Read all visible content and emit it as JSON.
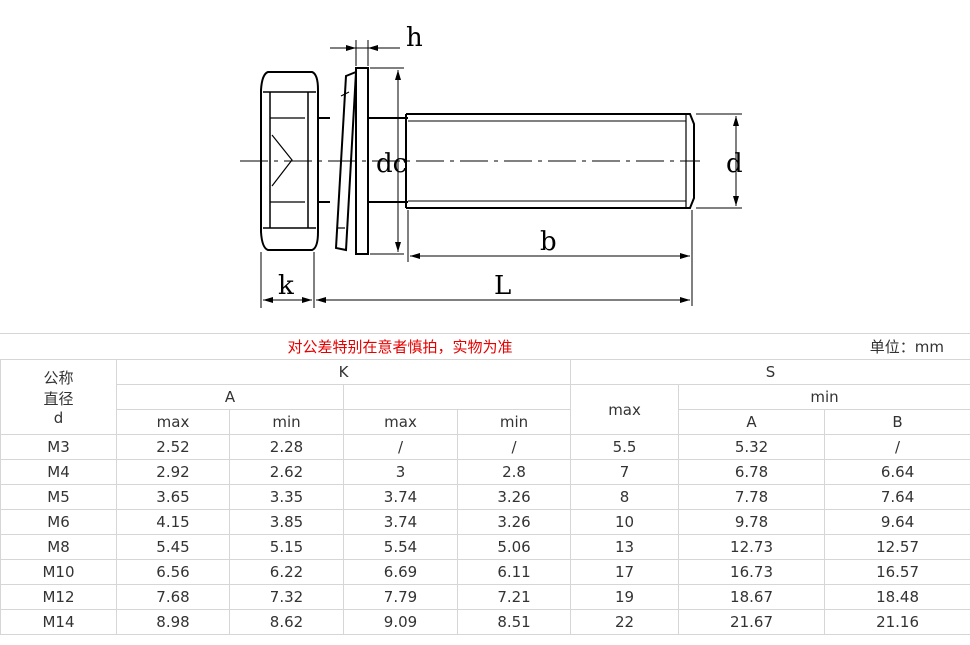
{
  "drawing": {
    "labels": {
      "h": "h",
      "dc": "dc",
      "d": "d",
      "b": "b",
      "k": "k",
      "L": "L"
    }
  },
  "notice": "对公差特别在意者慎拍，实物为准",
  "unit": "单位：mm",
  "table": {
    "header": {
      "size_label_1": "公称",
      "size_label_2": "直径",
      "size_label_3": "d",
      "k": "K",
      "s": "S",
      "k_a": "A",
      "k_blank": "",
      "s_max": "max",
      "s_min": "min",
      "k_a_max": "max",
      "k_a_min": "min",
      "k_b_max": "max",
      "k_b_min": "min",
      "s_min_a": "A",
      "s_min_b": "B"
    },
    "rows": [
      [
        "M3",
        "2.52",
        "2.28",
        "/",
        "/",
        "5.5",
        "5.32",
        "/"
      ],
      [
        "M4",
        "2.92",
        "2.62",
        "3",
        "2.8",
        "7",
        "6.78",
        "6.64"
      ],
      [
        "M5",
        "3.65",
        "3.35",
        "3.74",
        "3.26",
        "8",
        "7.78",
        "7.64"
      ],
      [
        "M6",
        "4.15",
        "3.85",
        "3.74",
        "3.26",
        "10",
        "9.78",
        "9.64"
      ],
      [
        "M8",
        "5.45",
        "5.15",
        "5.54",
        "5.06",
        "13",
        "12.73",
        "12.57"
      ],
      [
        "M10",
        "6.56",
        "6.22",
        "6.69",
        "6.11",
        "17",
        "16.73",
        "16.57"
      ],
      [
        "M12",
        "7.68",
        "7.32",
        "7.79",
        "7.21",
        "19",
        "18.67",
        "18.48"
      ],
      [
        "M14",
        "8.98",
        "8.62",
        "9.09",
        "8.51",
        "22",
        "21.67",
        "21.16"
      ]
    ]
  }
}
